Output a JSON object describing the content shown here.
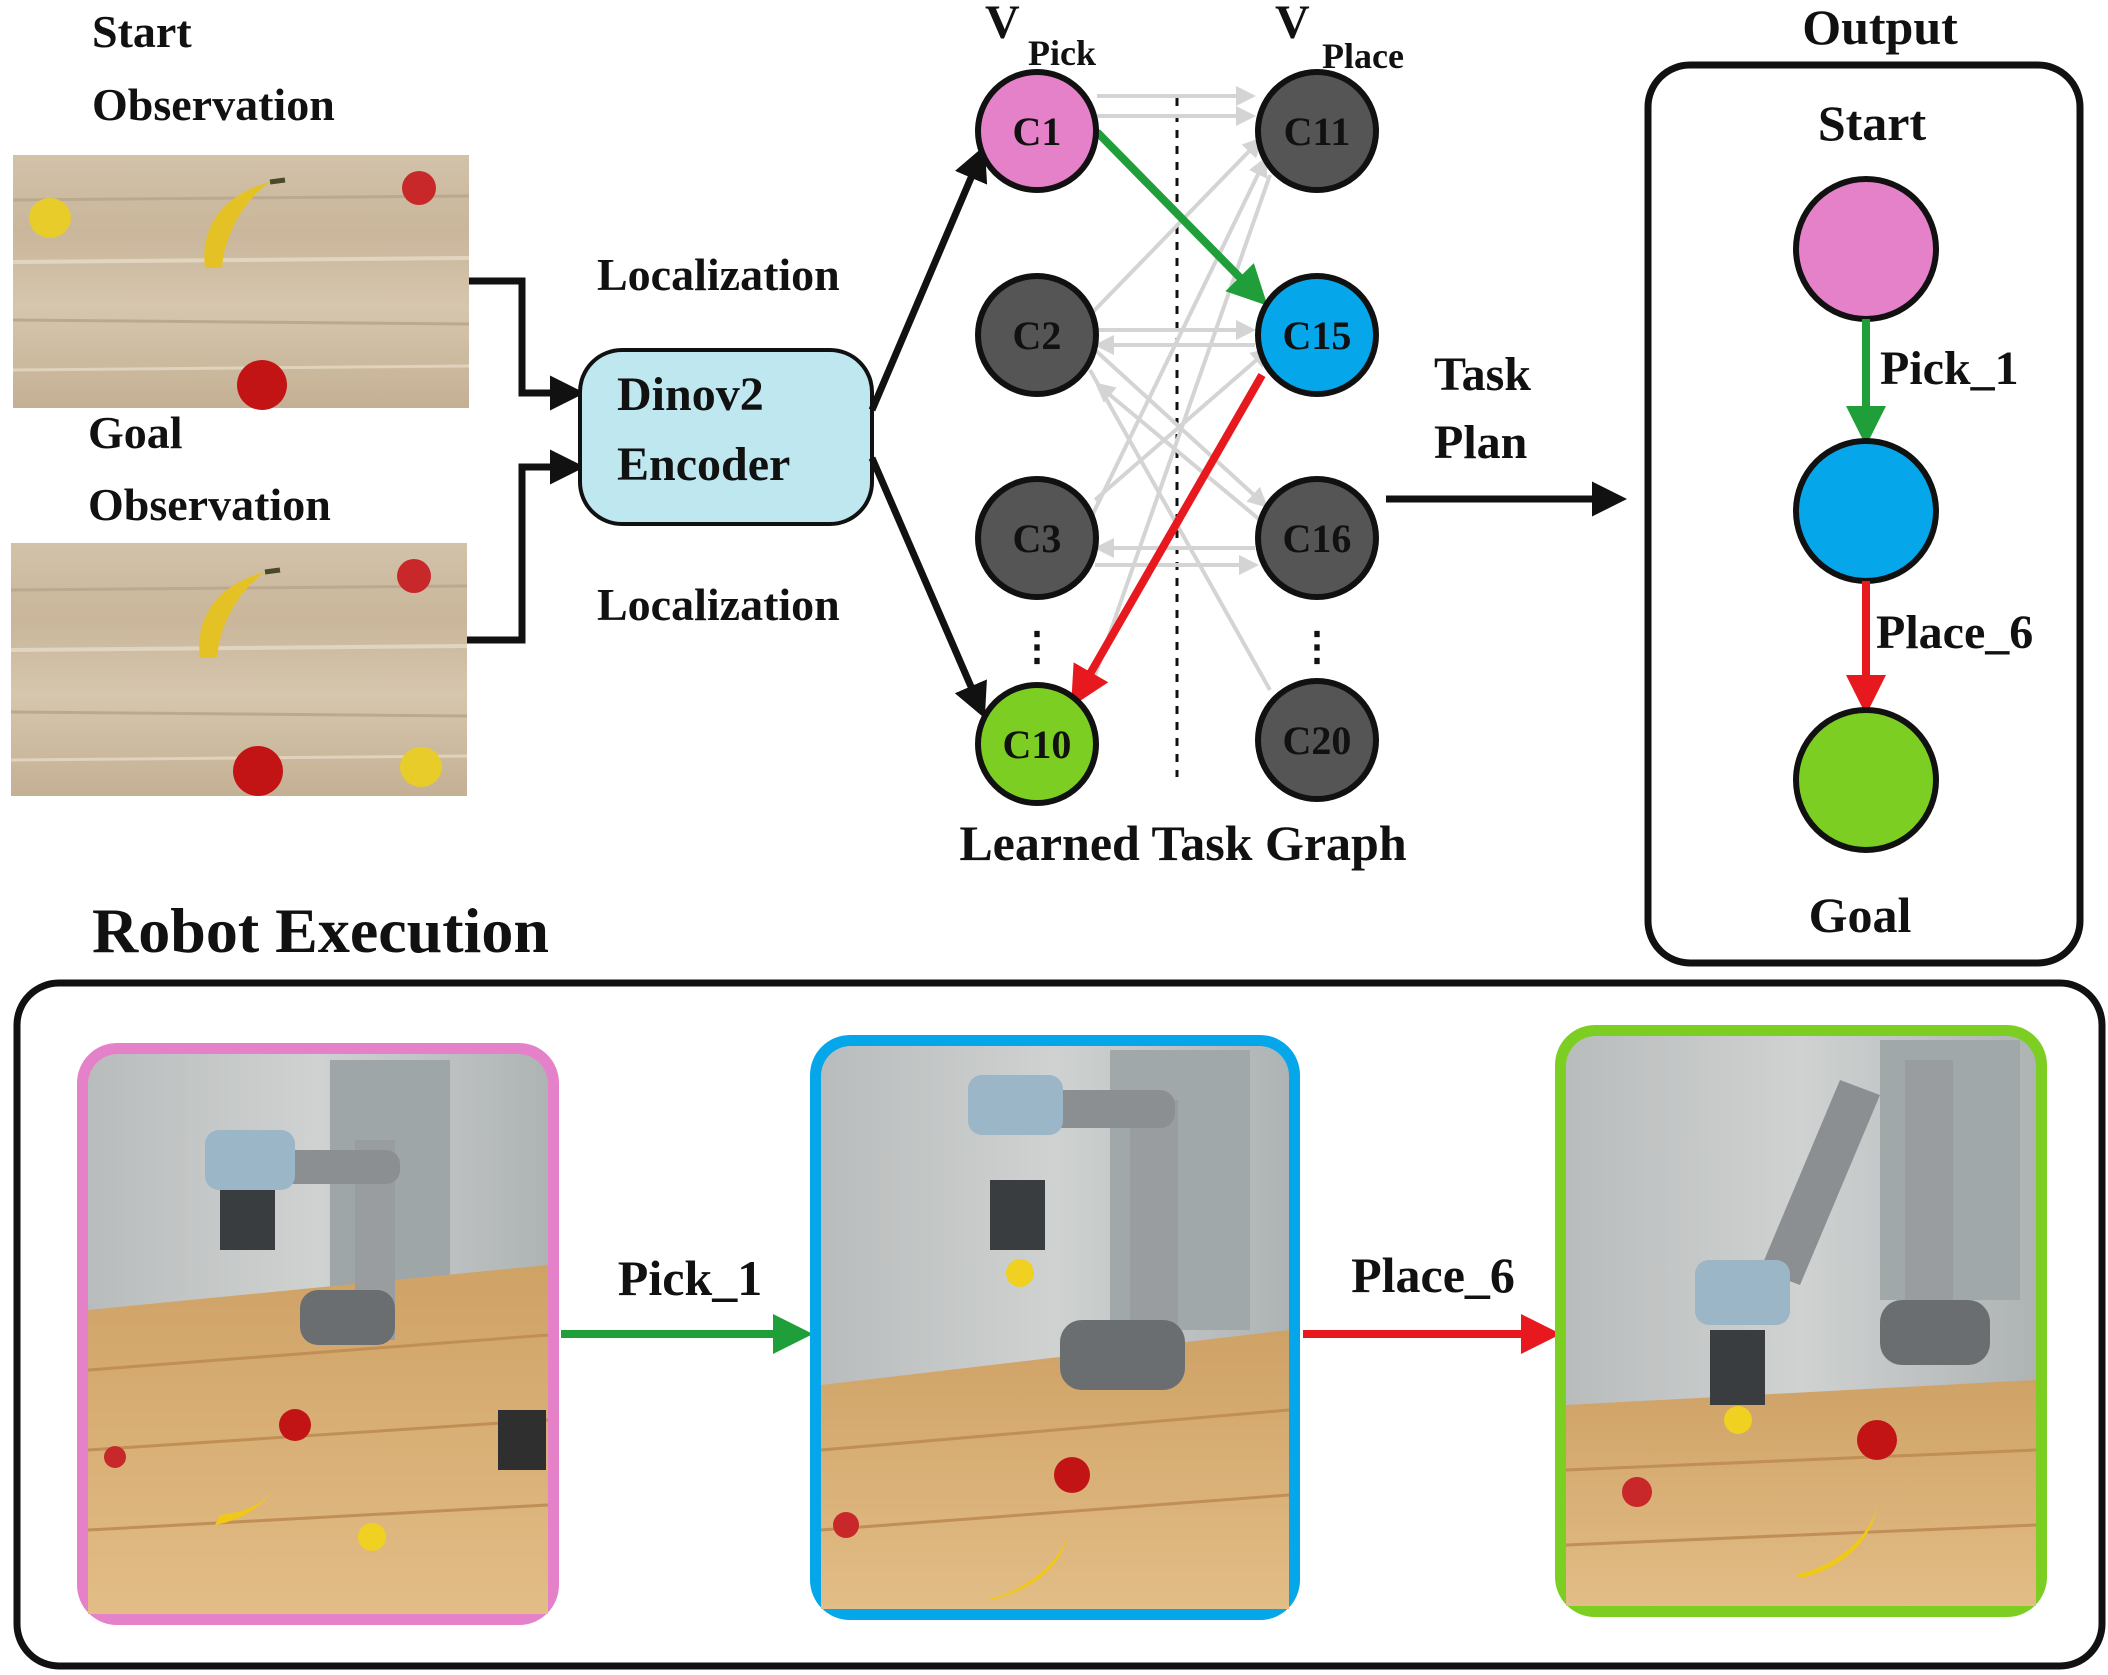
{
  "inputs": {
    "start_line1": "Start",
    "start_line2": "Observation",
    "goal_line1": "Goal",
    "goal_line2": "Observation"
  },
  "encoder": {
    "line1": "Dinov2",
    "line2": "Encoder",
    "localization_top": "Localization",
    "localization_bottom": "Localization"
  },
  "graph": {
    "v_pick_main": "V",
    "v_pick_sub": "Pick",
    "v_place_main": "V",
    "v_place_sub": "Place",
    "pick_nodes": [
      "C1",
      "C2",
      "C3",
      "C10"
    ],
    "place_nodes": [
      "C11",
      "C15",
      "C16",
      "C20"
    ],
    "ellipsis_pick": "⋮",
    "ellipsis_place": "⋮",
    "caption": "Learned Task Graph"
  },
  "task_plan": {
    "line1": "Task",
    "line2": "Plan"
  },
  "output": {
    "title": "Output",
    "start_label": "Start",
    "goal_label": "Goal",
    "edge1_label": "Pick_1",
    "edge2_label": "Place_6"
  },
  "robot": {
    "title": "Robot Execution",
    "arrow1_label": "Pick_1",
    "arrow2_label": "Place_6"
  },
  "colors": {
    "pink": "#e581c9",
    "blue": "#05a7ea",
    "green": "#7ccf22",
    "gray": "#555555",
    "encoder_fill": "#bfe7ef",
    "edge_green": "#1f9e3a",
    "edge_red": "#e8191e",
    "faint_edge": "#d4d4d4"
  }
}
